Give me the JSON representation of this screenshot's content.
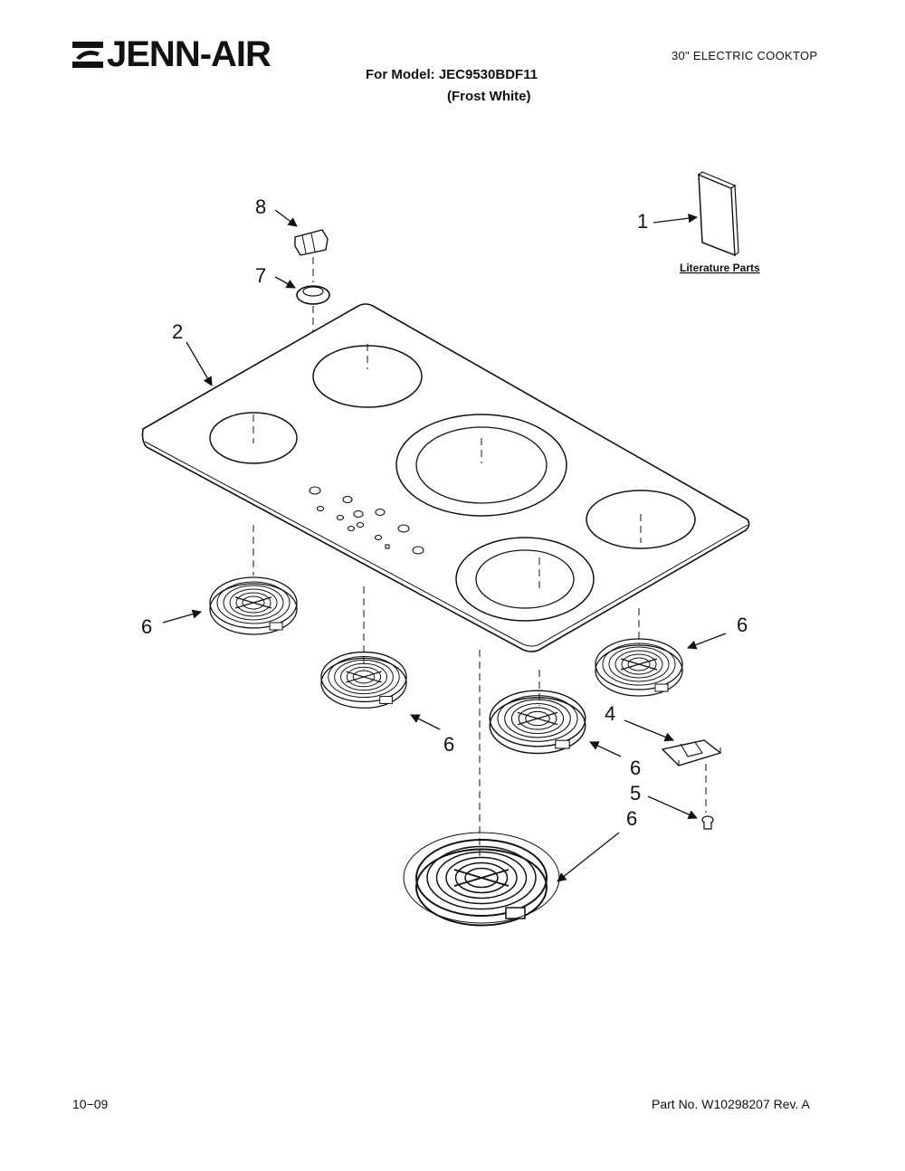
{
  "header": {
    "brand": "JENN-AIR",
    "product_type": "30\" ELECTRIC COOKTOP",
    "model": "For Model: JEC9530BDF11",
    "finish": "(Frost White)"
  },
  "footer": {
    "date_code": "10−09",
    "part_number": "Part No. W10298207 Rev. A"
  },
  "diagram": {
    "literature_label": "Literature Parts",
    "callouts": {
      "c1": "1",
      "c2": "2",
      "c4": "4",
      "c5": "5",
      "c6a": "6",
      "c6b": "6",
      "c6c": "6",
      "c6d": "6",
      "c6e": "6",
      "c7": "7",
      "c8": "8"
    }
  }
}
